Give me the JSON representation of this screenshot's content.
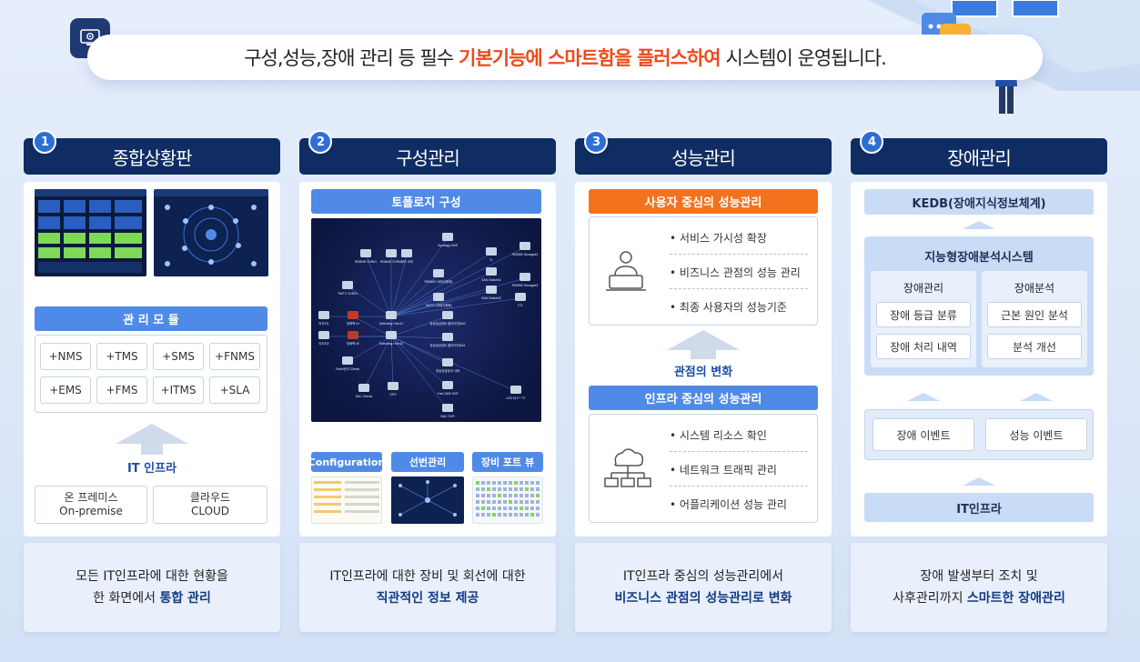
{
  "banner": {
    "before": "구성,성능,장애 관리 등 필수",
    "highlight": "기본기능에 스마트함을 플러스하여",
    "after": "시스템이 운영됩니다.",
    "icon": "gear-monitor-icon"
  },
  "colors": {
    "navy": "#0f2d63",
    "accent_orange": "#ee4a1b",
    "blue": "#4f8be6",
    "light_blue": "#c9dcf6"
  },
  "col1": {
    "num": "1",
    "title": "종합상황판",
    "module_title": "관 리 모 듈",
    "modules": [
      "+NMS",
      "+TMS",
      "+SMS",
      "+FNMS",
      "+EMS",
      "+FMS",
      "+ITMS",
      "+SLA"
    ],
    "infra_label": "IT 인프라",
    "infra_onprem_1": "온 프레미스",
    "infra_onprem_2": "On-premise",
    "infra_cloud_1": "클라우드",
    "infra_cloud_2": "CLOUD",
    "desc_1": "모든 IT인프라에 대한 현황을",
    "desc_2a": "한 화면에서",
    "desc_2b": "통합 관리"
  },
  "col2": {
    "num": "2",
    "title": "구성관리",
    "topology_title": "토폴로지 구성",
    "sub_tabs": [
      "Configuration",
      "선번관리",
      "장비 포트 뷰"
    ],
    "topology_nodes": [
      "Synology NAS",
      "서버 서버",
      "TL",
      "RDBMS Storage#1",
      "RDBMS SVR#1",
      "RDBMS SVR#2",
      "RDBMS 서버(이중화)",
      "SAN Switch#1",
      "RDBMS Storage#2",
      "TM/TC SVR#1",
      "SAN Switch#2",
      "TM/TC 서버(이중화)",
      "VTL",
      "라우터1",
      "방화벽 #1",
      "Switching Hub #1",
      "방송공급장비 클라이언트#2",
      "라우터2",
      "방화벽 #2",
      "Switching Hub #2",
      "방송공급장비 클라이언트#1",
      "Patch관리 Clients",
      "방송공급장비 서버",
      "NAC Clients",
      "GPS",
      "Ynet DMS SVR",
      "LED DLP / TV",
      "NAC SVR"
    ],
    "desc_1": "IT인프라에 대한 장비 및 회선에 대한",
    "desc_2": "직관적인 정보 제공"
  },
  "col3": {
    "num": "3",
    "title": "성능관리",
    "user_title": "사용자 중심의 성능관리",
    "user_items": [
      "서비스 가시성 확장",
      "비즈니스 관점의 성능 관리",
      "최종 사용자의 성능기준"
    ],
    "change_label": "관점의 변화",
    "infra_title": "인프라 중심의 성능관리",
    "infra_items": [
      "시스템 리소스 확인",
      "네트워크 트래픽 관리",
      "어플리케이션 성능 관리"
    ],
    "user_icon": "user-desk-icon",
    "infra_icon": "cloud-network-icon",
    "desc_1": "IT인프라 중심의 성능관리에서",
    "desc_2": "비즈니스 관점의 성능관리로 변화"
  },
  "col4": {
    "num": "4",
    "title": "장애관리",
    "kedb": "KEDB(장애지식정보체계)",
    "system_title": "지능형장애분석시스템",
    "mgmt_title": "장애관리",
    "mgmt_items": [
      "장애 등급 분류",
      "장애 처리 내역"
    ],
    "analysis_title": "장애분석",
    "analysis_items": [
      "근본 원인 분석",
      "분석 개선"
    ],
    "event_1": "장애 이벤트",
    "event_2": "성능 이벤트",
    "infra": "IT인프라",
    "desc_1": "장애 발생부터 조치 및",
    "desc_2a": "사후관리까지",
    "desc_2b": "스마트한 장애관리"
  }
}
